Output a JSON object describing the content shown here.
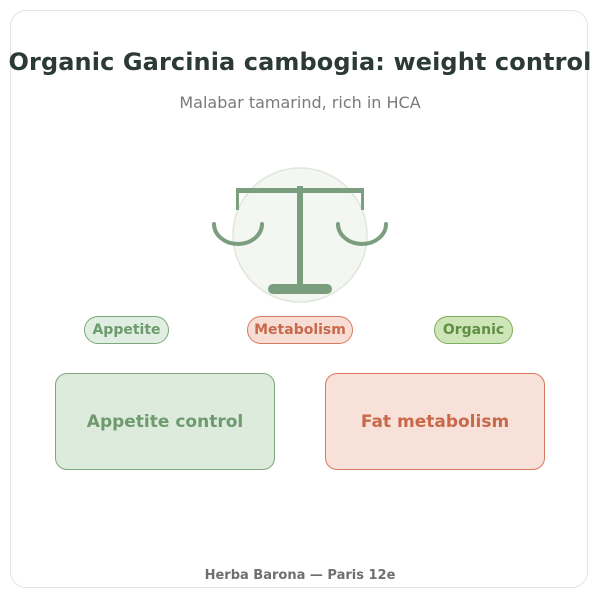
{
  "title": "Organic Garcinia cambogia: weight control",
  "subtitle": "Malabar tamarind, rich in HCA",
  "illustration": {
    "icon": "balance-scale-icon",
    "colors": {
      "scale": "#7a9e7e",
      "circle": "#f3f6f1",
      "circle_border": "#dfe6dc"
    }
  },
  "tags": [
    {
      "label": "Appetite",
      "color": "#6e9a6e",
      "fill": "#dfeee0"
    },
    {
      "label": "Metabolism",
      "color": "#c9694b",
      "fill": "#f7ddd3"
    },
    {
      "label": "Organic",
      "color": "#5f8f43",
      "fill": "#cde5b7"
    }
  ],
  "boxes": [
    {
      "label": "Appetite control",
      "color": "#6e9a6e",
      "fill": "#dcebdc"
    },
    {
      "label": "Fat metabolism",
      "color": "#c9694b",
      "fill": "#f7e1d8"
    }
  ],
  "footer": "Herba Barona — Paris 12e"
}
